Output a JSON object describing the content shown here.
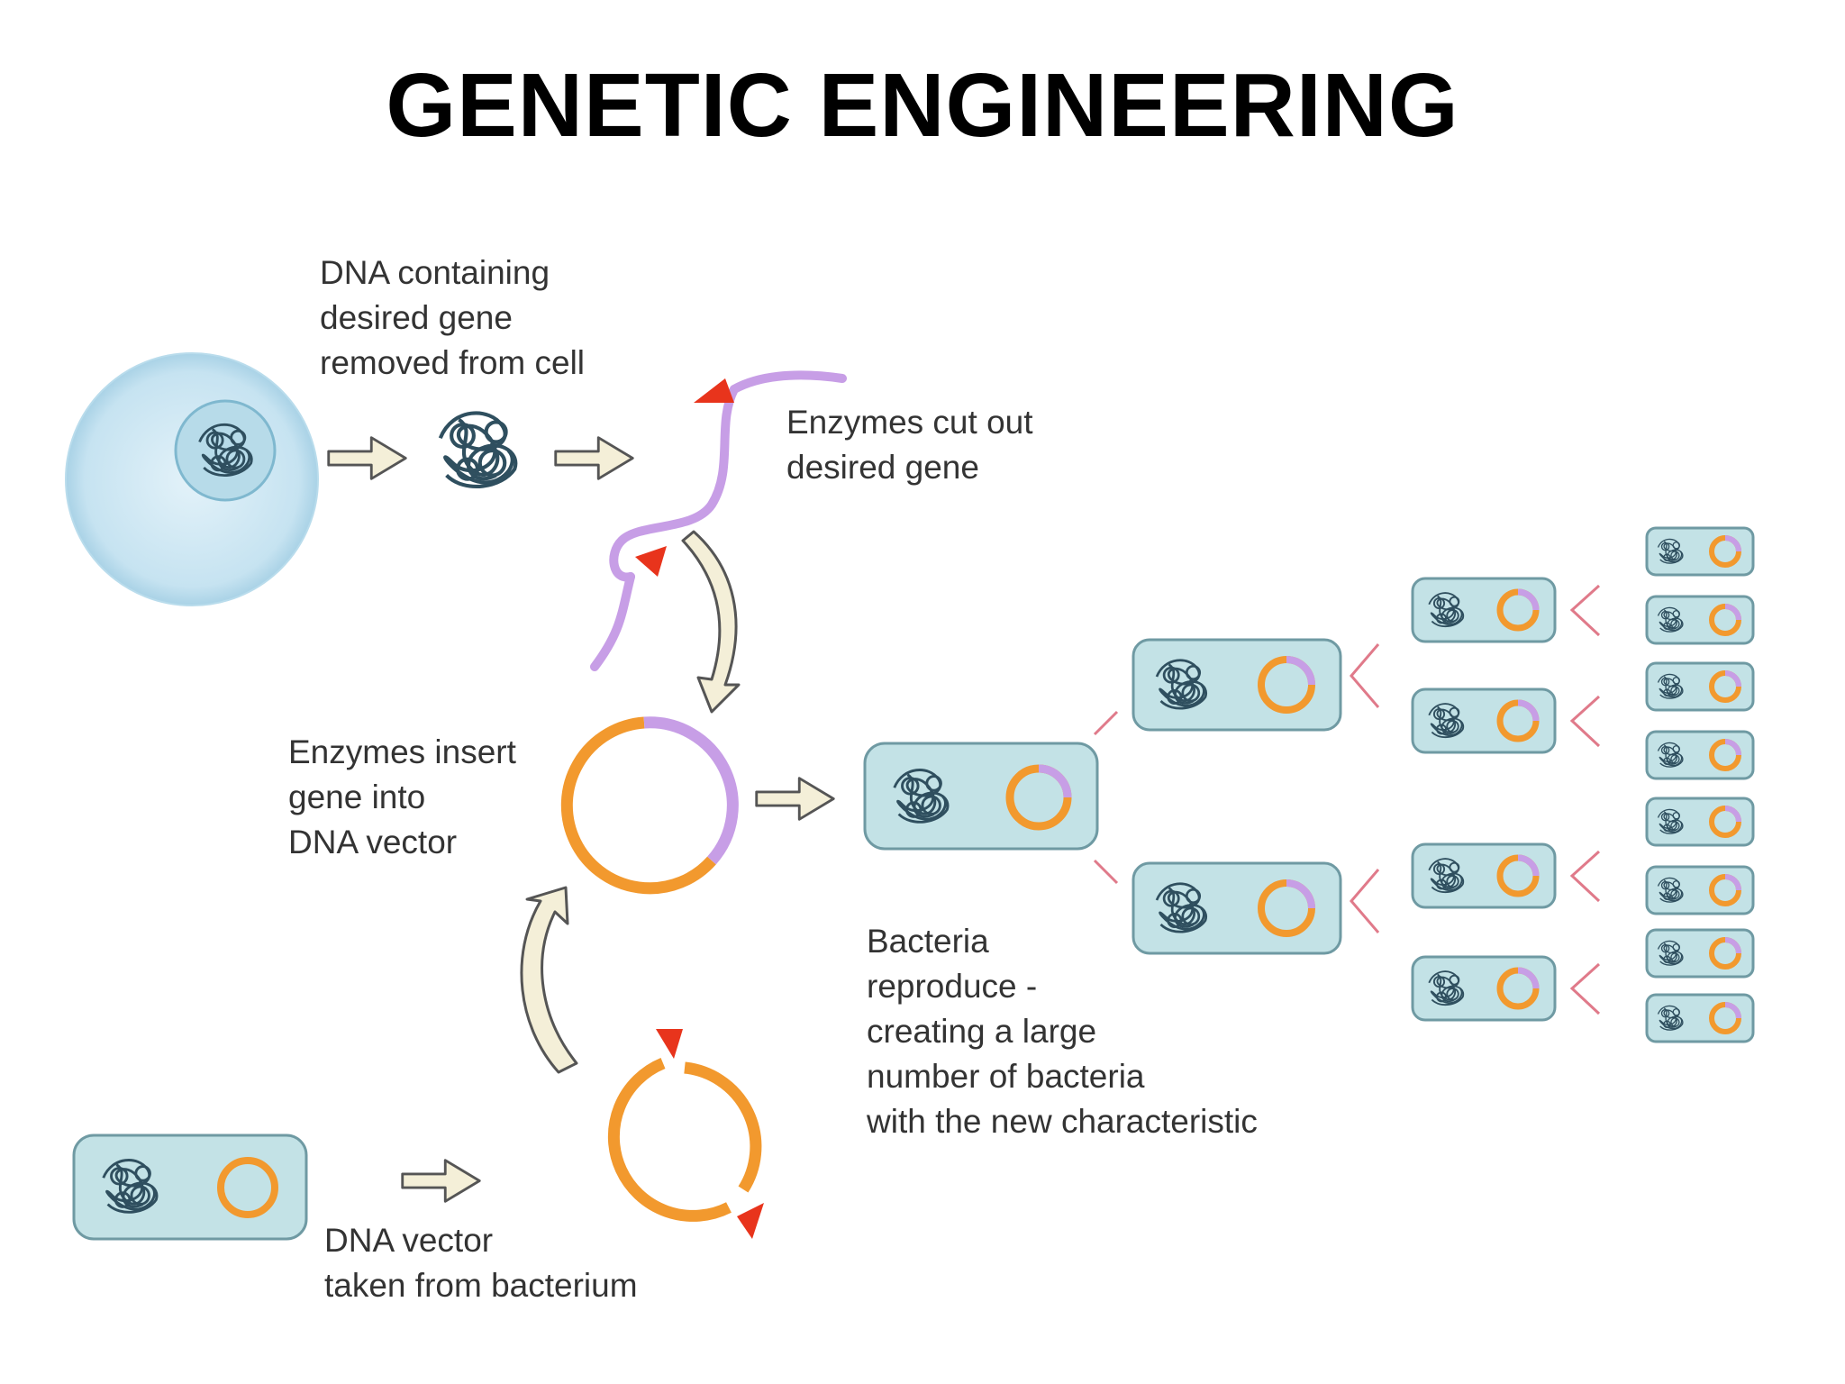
{
  "title": "GENETIC ENGINEERING",
  "labels": {
    "dna_containing": [
      "DNA containing",
      "desired gene",
      "removed from cell"
    ],
    "enzymes_cut": [
      "Enzymes cut out",
      "desired gene"
    ],
    "enzymes_insert": [
      "Enzymes insert",
      "gene into",
      "DNA vector"
    ],
    "bacteria_reproduce": [
      "Bacteria",
      "reproduce -",
      "creating a large",
      "number of bacteria",
      "with the new characteristic"
    ],
    "dna_vector": [
      "DNA vector",
      "taken from bacterium"
    ]
  },
  "colors": {
    "cell_fill": "#cfe7f2",
    "bacterium_fill": "#c3e2e6",
    "plasmid": "#f2992e",
    "gene": "#c79ee6",
    "enzyme": "#e8341c",
    "branch": "#e07a8a",
    "arrow_fill": "#f4efd8"
  }
}
